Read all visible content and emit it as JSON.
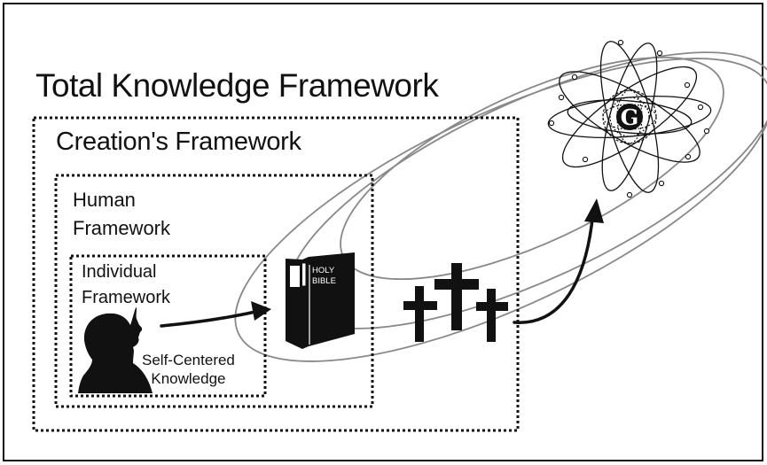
{
  "labels": {
    "total": "Total Knowledge Framework",
    "creation": "Creation's Framework",
    "human_line1": "Human",
    "human_line2": "Framework",
    "individual_line1": "Individual",
    "individual_line2": "Framework",
    "self_line1": "Self-Centered",
    "self_line2": "Knowledge",
    "bible_line1": "HOLY",
    "bible_line2": "BIBLE",
    "atom_letter": "G"
  },
  "icons": {
    "person": "person-silhouette-icon",
    "bible": "holy-bible-icon",
    "crosses": "three-crosses-icon",
    "atom": "atom-icon"
  },
  "colors": {
    "ink": "#111111",
    "orbit": "#888888",
    "background": "#ffffff"
  }
}
